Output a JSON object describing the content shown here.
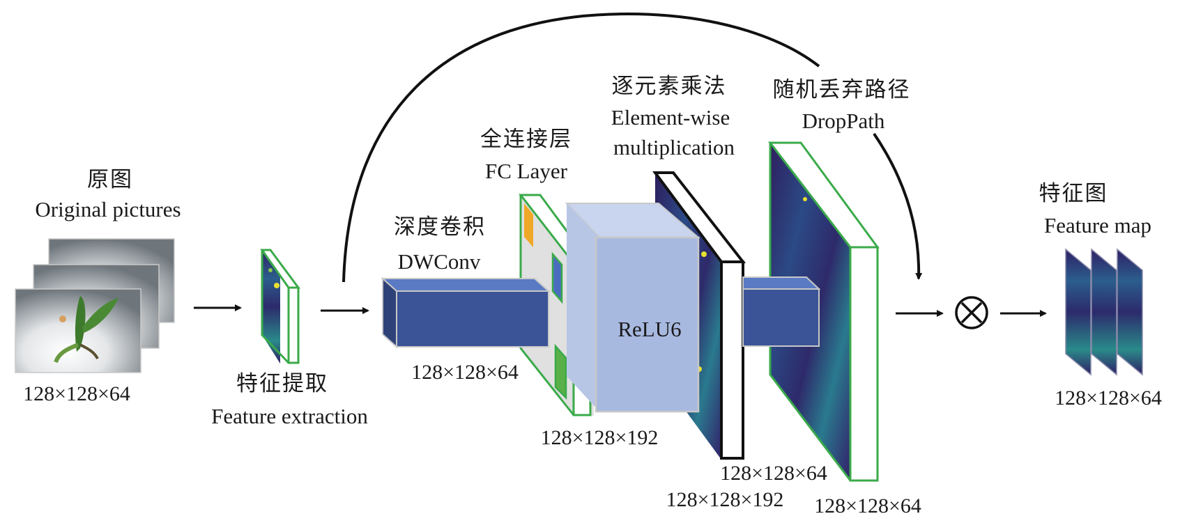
{
  "stages": {
    "original": {
      "zh": "原图",
      "en": "Original pictures",
      "dim": "128×128×64"
    },
    "feature_extraction": {
      "zh": "特征提取",
      "en": "Feature extraction"
    },
    "dwconv": {
      "zh": "深度卷积",
      "en": "DWConv",
      "dim": "128×128×64"
    },
    "fc_layer": {
      "zh": "全连接层",
      "en": "FC Layer",
      "dim": "128×128×192"
    },
    "relu6": {
      "label": "ReLU6"
    },
    "elementwise": {
      "zh": "逐元素乘法",
      "en_line1": "Element-wise",
      "en_line2": "multiplication",
      "dim_top": "128×128×64",
      "dim_bottom": "128×128×192"
    },
    "droppath": {
      "zh": "随机丢弃路径",
      "en": "DropPath",
      "dim": "128×128×64"
    },
    "feature_map": {
      "zh": "特征图",
      "en": "Feature map",
      "dim": "128×128×64"
    }
  },
  "operators": {
    "multiply_symbol": "⊗"
  },
  "colors": {
    "frame_green": "#3aaa4a",
    "block_blue": "#3b5497",
    "block_blue_top": "#5a7bc4",
    "block_blue_side": "#2f4278",
    "relu_front": "#a8b9e0",
    "relu_top": "#c9d4ee",
    "feature_dark": "#2e1f5e",
    "feature_mid": "#2b5e8c",
    "feature_teal": "#2a9a8a",
    "feature_yellow": "#e8e030",
    "fc_panel": "#e0e0e0",
    "fc_orange": "#f0a828",
    "fc_blue": "#4a6cc0",
    "fc_green": "#5ab048"
  }
}
